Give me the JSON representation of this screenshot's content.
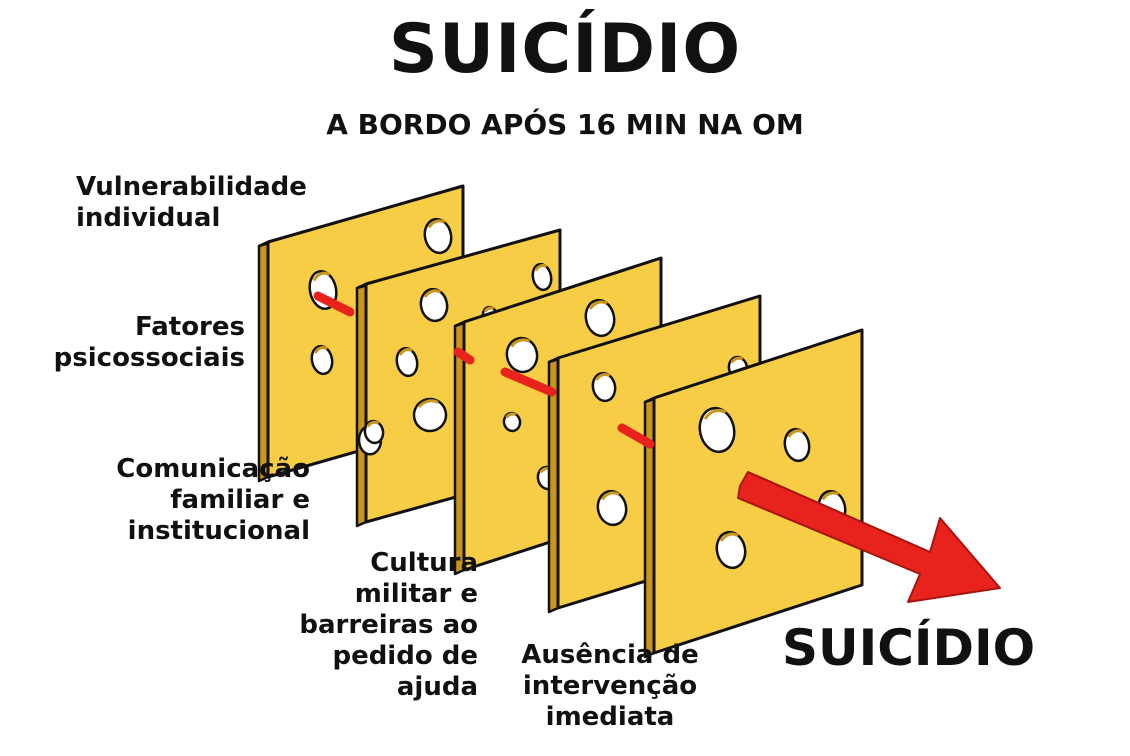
{
  "title": "SUICÍDIO",
  "subtitle": "A BORDO APÓS 16 MIN NA OM",
  "layers": [
    "Vulnerabilidade\nindividual",
    "Fatores\npsicossociais",
    "Comunicação\nfamiliar e\ninstitucional",
    "Cultura\nmilitar e\nbarreiras ao\npedido de ajuda",
    "Ausência de\nintervenção\nimediata"
  ],
  "outcome": "SUICÍDIO",
  "colors": {
    "slice_face": "#f7cd45",
    "slice_side": "#c9951c",
    "slice_top": "#e3ad2c",
    "outline": "#111111",
    "arrow": "#e8231d"
  }
}
